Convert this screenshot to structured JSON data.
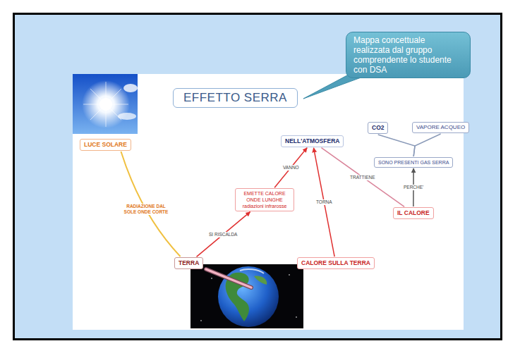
{
  "diagram": {
    "title": "EFFETTO SERRA",
    "nodes": [
      {
        "text": [
          "Mappa concettuale realizzata dal gruppo comprendente lo studente con DSA"
        ]
      },
      {
        "text": [
          "LUCE SOLARE"
        ]
      },
      {
        "text": [
          "NELL'ATMOSFERA"
        ]
      },
      {
        "text": [
          "CO2"
        ]
      },
      {
        "text": [
          "VAPORE ACQUEO"
        ]
      },
      {
        "text": [
          "SONO PRESENTI GAS SERRA"
        ]
      },
      {
        "text": [
          "EMETTE CALORE ONDE LUNGHE radiazioni infrarosse"
        ]
      },
      {
        "text": [
          "IL CALORE"
        ]
      },
      {
        "text": [
          "TERRA"
        ]
      },
      {
        "text": [
          "CALORE SULLA TERRA"
        ]
      }
    ],
    "edges": [
      {
        "from": 1,
        "to": 8,
        "label": "RADIAZIONE DAL SOLE ONDE CORTE",
        "arrow": "none"
      },
      {
        "from": 8,
        "to": 6,
        "label": "SI RISCALDA",
        "arrow": "to"
      },
      {
        "from": 6,
        "to": 2,
        "label": "VANNO",
        "arrow": "to"
      },
      {
        "from": 9,
        "to": 2,
        "label": "TORNA",
        "arrow": "to"
      },
      {
        "from": 7,
        "to": 2,
        "label": "TRATTIENE",
        "arrow": "none"
      },
      {
        "from": 7,
        "to": 5,
        "label": "PERCHE'",
        "arrow": "to"
      },
      {
        "from": 3,
        "to": 5,
        "arrow": "none"
      },
      {
        "from": 4,
        "to": 5,
        "arrow": "none"
      }
    ]
  }
}
